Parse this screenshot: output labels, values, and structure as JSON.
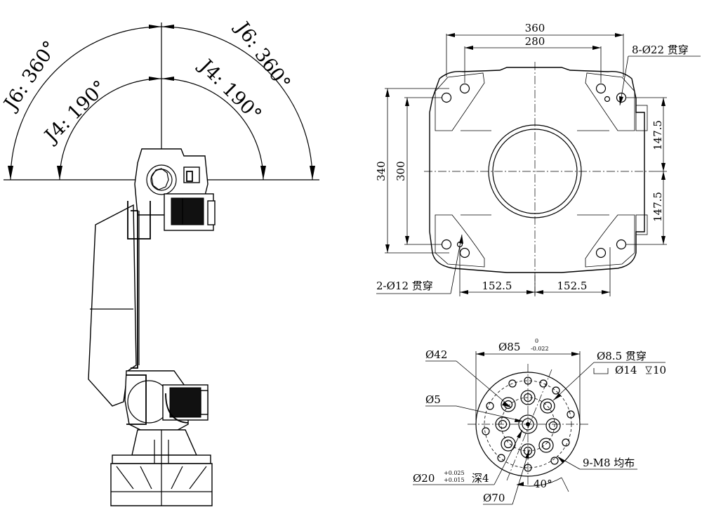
{
  "robot_side_view": {
    "arcs": {
      "j6_left": "J6: 360°",
      "j6_right": "J6: 360°",
      "j4_left": "J4: 190°",
      "j4_right": "J4: 190°"
    }
  },
  "base_plan_view": {
    "width_outer": "360",
    "width_inner": "280",
    "height_outer": "340",
    "height_inner": "300",
    "half_height_top": "147.5",
    "half_height_bottom": "147.5",
    "half_width_left": "152.5",
    "half_width_right": "152.5",
    "through_holes_large": "8-Ø22 贯穿",
    "through_holes_small": "2-Ø12 贯穿"
  },
  "flange_view": {
    "outer_diameter": "Ø85",
    "outer_tol_upper": "0",
    "outer_tol_lower": "-0.022",
    "d42": "Ø42",
    "d5": "Ø5",
    "d20": "Ø20",
    "d20_tol_upper": "+0.025",
    "d20_tol_lower": "+0.015",
    "d20_depth": "深4",
    "d70": "Ø70",
    "through_hole": "Ø8.5 贯穿",
    "counterbore": "Ø14",
    "counterbore_depth": "10",
    "threads": "9-M8 均布",
    "angle": "40°"
  }
}
